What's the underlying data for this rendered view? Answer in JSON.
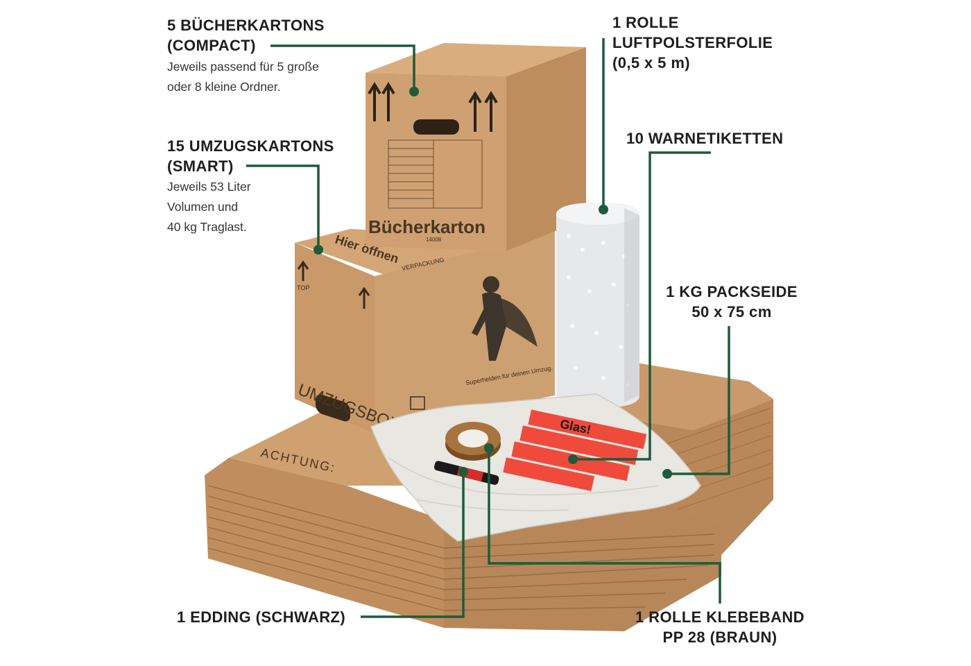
{
  "colors": {
    "leader_line": "#1f5a3a",
    "cardboard": "#c99a6b",
    "cardboard_dark": "#a77a4f",
    "cardboard_light": "#d8ad7f",
    "bubble_wrap": "#e7e9eb",
    "paper": "#e8e6e1",
    "warning_label": "#f04a3c",
    "tape": "#8b5a2b"
  },
  "labels": {
    "buecherkartons": {
      "line1": "5 BÜCHERKARTONS",
      "line2": "(COMPACT)",
      "desc1": "Jeweils passend für 5 große",
      "desc2": "oder 8 kleine Ordner."
    },
    "umzugskartons": {
      "line1": "15 UMZUGSKARTONS",
      "line2": "(SMART)",
      "desc1": "Jeweils 53 Liter",
      "desc2": "Volumen und",
      "desc3": "40 kg Traglast."
    },
    "luftpolster": {
      "line1": "1 ROLLE",
      "line2": "LUFTPOLSTERFOLIE",
      "line3": "(0,5 x 5 m)"
    },
    "warnetiketten": {
      "line1": "10 WARNETIKETTEN"
    },
    "packseide": {
      "line1": "1 KG PACKSEIDE",
      "line2": "50 x 75 cm"
    },
    "edding": {
      "line1": "1 EDDING (SCHWARZ)"
    },
    "klebeband": {
      "line1": "1 ROLLE KLEBEBAND",
      "line2": "PP 28 (BRAUN)"
    }
  },
  "product_print": {
    "book_box_title": "Bücherkarton",
    "book_box_number": "14008",
    "move_box_brand": "UMZUGSBOX",
    "move_box_slogan": "Superhelden für deinen Umzug.",
    "move_box_open_here": "Hier öffnen",
    "move_box_top": "TOP",
    "move_box_verpackung": "VERPACKUNG",
    "flat_box_warning": "ACHTUNG:",
    "warning_label_text": "Glas!"
  },
  "icons": {
    "this_way_up": "up-arrows-icon",
    "superhero": "superhero-icon",
    "brand_box": "brand-box-icon"
  }
}
